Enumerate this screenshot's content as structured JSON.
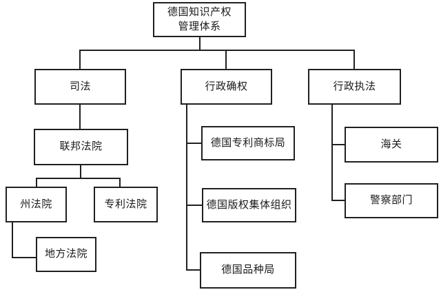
{
  "diagram": {
    "root_lines": [
      "德国知识产权",
      "管理体系"
    ],
    "nodes": {
      "judiciary": "司法",
      "admin_confirmation": "行政确权",
      "admin_enforcement": "行政执法",
      "federal_court": "联邦法院",
      "state_court": "州法院",
      "patent_court": "专利法院",
      "local_court": "地方法院",
      "patent_trademark_office": "德国专利商标局",
      "copyright_collective_org": "德国版权集体组织",
      "plant_variety_office": "德国品种局",
      "customs": "海关",
      "police": "警察部门"
    },
    "hierarchy": {
      "德国知识产权管理体系": {
        "司法": {
          "联邦法院": {
            "州法院": {
              "地方法院": {}
            },
            "专利法院": {}
          }
        },
        "行政确权": {
          "德国专利商标局": {},
          "德国版权集体组织": {},
          "德国品种局": {}
        },
        "行政执法": {
          "海关": {},
          "警察部门": {}
        }
      }
    },
    "colors": {
      "line": "#1f1f1f",
      "background": "#ffffff",
      "text": "#1a1a1a"
    }
  }
}
